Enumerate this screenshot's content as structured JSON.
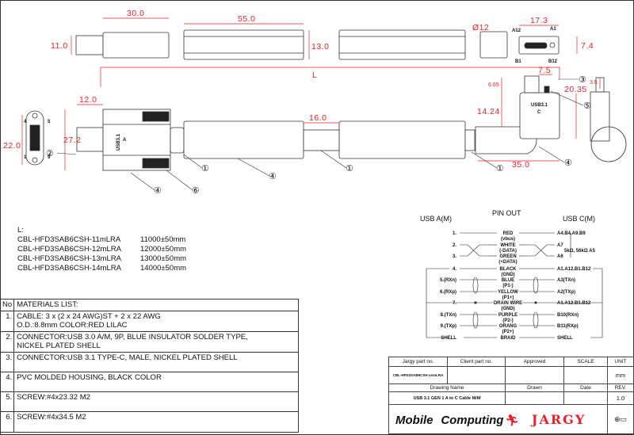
{
  "dimensions": {
    "a_side_length": "30.0",
    "a_side_height": "11.0",
    "cable_seg_length": "55.0",
    "cable_height": "13.0",
    "c_diameter": "Ø12",
    "c_width": "17.3",
    "c_height": "7.4",
    "overall_length": "L",
    "a_plug_length": "12.0",
    "a_housing_height": "27.2",
    "a_face_height": "22.0",
    "cable_od": "16.0",
    "c_offset_top": "6.65",
    "c_housing_h": "14.24",
    "c_screw_w": "7.5",
    "c_height_total": "20.35",
    "c_length": "35.0",
    "c_screw_h": "3.5"
  },
  "pin_labels": {
    "a12": "A12",
    "a1": "A1",
    "b1": "B1",
    "b12": "B12",
    "p4": "4",
    "p5": "5",
    "p1": "1",
    "p9": "9",
    "usb_a_mark": "USB3.1",
    "usb_a_letter": "A",
    "usb_c_mark": "USB3.1",
    "usb_c_letter": "C"
  },
  "callouts": {
    "c1": "①",
    "c2": "②",
    "c3": "③",
    "c4": "④",
    "c5": "⑤",
    "c6": "⑥"
  },
  "lengths": {
    "title": "L:",
    "rows": [
      {
        "part": "CBL-HFD3SAB6CSH-11mLRA",
        "length": "11000±50mm"
      },
      {
        "part": "CBL-HFD3SAB6CSH-12mLRA",
        "length": "12000±50mm"
      },
      {
        "part": "CBL-HFD3SAB6CSH-13mLRA",
        "length": "13000±50mm"
      },
      {
        "part": "CBL-HFD3SAB6CSH-14mLRA",
        "length": "14000±50mm"
      }
    ]
  },
  "pinout": {
    "title": "PIN OUT",
    "left_title": "USB A(M)",
    "right_title": "USB C(M)",
    "resistor_note": "5kΩ, 56kΩ A5",
    "rows": [
      {
        "left": "1.",
        "wire": "RED",
        "sub": "(vbus)",
        "right": "A4.B4.A9.B9"
      },
      {
        "left": "2.",
        "wire": "WHITE",
        "sub": "(-DATA)",
        "right": "A7"
      },
      {
        "left": "3.",
        "wire": "GREEN",
        "sub": "(+DATA)",
        "right": "A6"
      },
      {
        "left": "4.",
        "wire": "BLACK",
        "sub": "(GND)",
        "right": "A1.A12.B1.B12"
      },
      {
        "left": "5.(RXn)",
        "wire": "BLUE",
        "sub": "(P1-)",
        "right": "A3(TXn)"
      },
      {
        "left": "6.(RXp)",
        "wire": "YELLOW",
        "sub": "(P1+)",
        "right": "A2(TXp)"
      },
      {
        "left": "7.",
        "wire": "DRAIN WIRE",
        "sub": "(GND)",
        "right": "A1.A12.B1.B12"
      },
      {
        "left": "8.(TXn)",
        "wire": "PURPLE",
        "sub": "(P2-)",
        "right": "B10(RXn)"
      },
      {
        "left": "9.(TXp)",
        "wire": "ORANG",
        "sub": "(P2+)",
        "right": "B11(RXp)"
      },
      {
        "left": "SHELL",
        "wire": "BRAID",
        "sub": "",
        "right": "SHELL"
      }
    ]
  },
  "materials": {
    "header_no": "No",
    "header": "MATERIALS LIST:",
    "items": [
      {
        "no": "1.",
        "text": "CABLE: 3 x (2 x 24 AWG)ST + 2 x 22 AWG",
        "text2": "O.D.:8.8mm COLOR:RED LILAC"
      },
      {
        "no": "2.",
        "text": "CONNECTOR:USB 3.0 A/M, 9P, BLUE INSULATOR SOLDER TYPE,",
        "text2": "NICKEL PLATED SHELL"
      },
      {
        "no": "3.",
        "text": "CONNECTOR:USB 3.1 TYPE-C, MALE, NICKEL PLATED SHELL",
        "text2": ""
      },
      {
        "no": "4.",
        "text": "PVC MOLDED HOUSING, BLACK COLOR",
        "text2": ""
      },
      {
        "no": "5.",
        "text": "SCREW:#4x23.32 M2",
        "text2": ""
      },
      {
        "no": "6.",
        "text": "SCREW:#4x34.5 M2",
        "text2": ""
      }
    ]
  },
  "title_block": {
    "jargy_part_label": "Jargy part no.",
    "client_part_label": "Client part no.",
    "approved_label": "Approved",
    "scale_label": "SCALE",
    "unit_label": "UNIT",
    "jargy_part": "CBL-HFD3SAB6CSH-xxmLRA",
    "client_part": "",
    "approved": "",
    "scale": "",
    "unit": "mm",
    "drawing_name_label": "Drawing Name",
    "drawn_label": "Drawn",
    "date_label": "Date",
    "rev_label": "REV.",
    "drawing_name": "USB 3.1 GEN 1 A to C Cable M/M",
    "drawn": "",
    "date": "",
    "rev": "1.0",
    "logo_mobile": "Mobile",
    "logo_computing": "Computing",
    "logo_jargy": "JARGY"
  },
  "colors": {
    "dimension": "#e8202a",
    "line": "#333333"
  }
}
